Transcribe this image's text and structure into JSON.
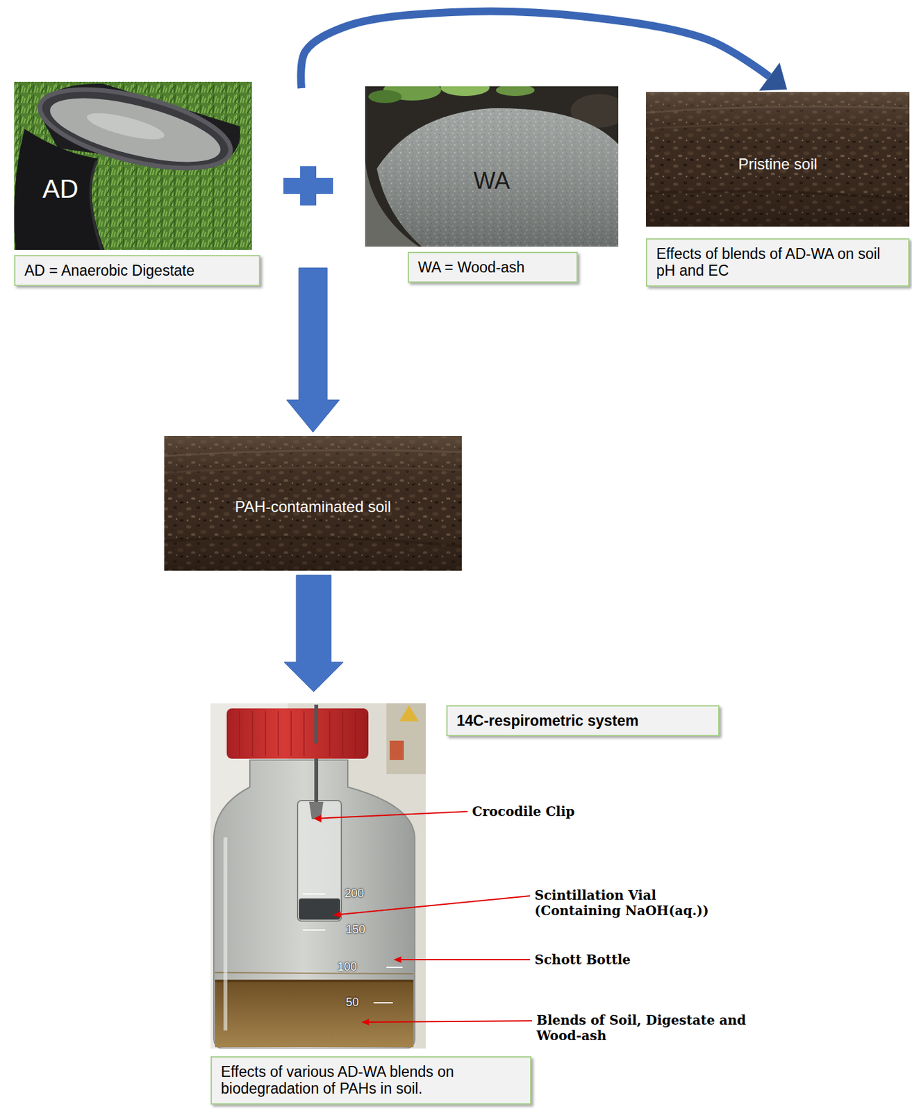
{
  "diagram": {
    "nodes": [
      {
        "text": [
          "AD",
          "AD = Anaerobic Digestate"
        ]
      },
      {
        "text": [
          "WA",
          "WA = Wood-ash"
        ]
      },
      {
        "text": [
          "Pristine soil",
          "Effects of blends of AD-WA on soil pH and EC"
        ]
      },
      {
        "text": [
          "PAH-contaminated soil"
        ]
      },
      {
        "text": [
          "Effects of various AD-WA blends on biodegradation of PAHs in soil."
        ]
      },
      {
        "text": [
          "14C-respirometric system"
        ]
      }
    ],
    "edges": [
      {
        "from": 0,
        "to": 2,
        "arrow": "to"
      },
      {
        "from": 0,
        "to": 3,
        "arrow": "to"
      },
      {
        "from": 3,
        "to": 4,
        "arrow": "to"
      }
    ],
    "labels": [
      "Crocodile Clip",
      "Scintillation Vial (Containing NaOH(aq.))",
      "Schott Bottle",
      "Blends of Soil, Digestate and Wood-ash",
      "200",
      "150",
      "100",
      "50"
    ]
  }
}
